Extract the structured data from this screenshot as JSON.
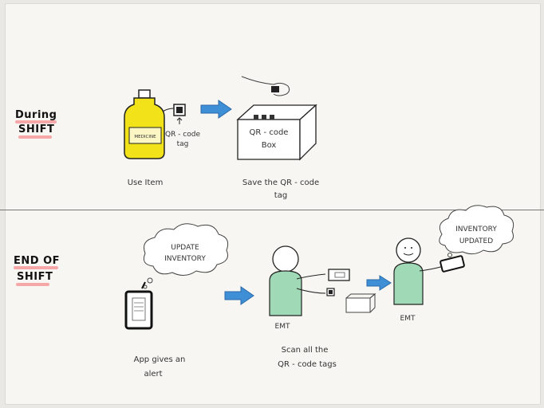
{
  "sections": {
    "during_label_1": "During",
    "during_label_2": "SHIFT",
    "end_label_1": "END OF",
    "end_label_2": "SHIFT"
  },
  "during": {
    "bottle_label": "MEDICINE",
    "tag_label_1": "QR - code",
    "tag_label_2": "tag",
    "box_label_1": "QR - code",
    "box_label_2": "Box",
    "caption_use": "Use Item",
    "caption_save_1": "Save the QR - code",
    "caption_save_2": "tag"
  },
  "end": {
    "cloud_1_line_1": "UPDATE",
    "cloud_1_line_2": "INVENTORY",
    "caption_app_1": "App gives an",
    "caption_app_2": "alert",
    "emt_1": "EMT",
    "caption_scan_1": "Scan all the",
    "caption_scan_2": "QR - code tags",
    "emt_2": "EMT",
    "cloud_2_line_1": "INVENTORY",
    "cloud_2_line_2": "UPDATED"
  },
  "colors": {
    "arrow": "#3f8fd6",
    "bottle": "#f2e21a",
    "emt": "#9fd9b5",
    "highlight": "#f6a8a8"
  }
}
